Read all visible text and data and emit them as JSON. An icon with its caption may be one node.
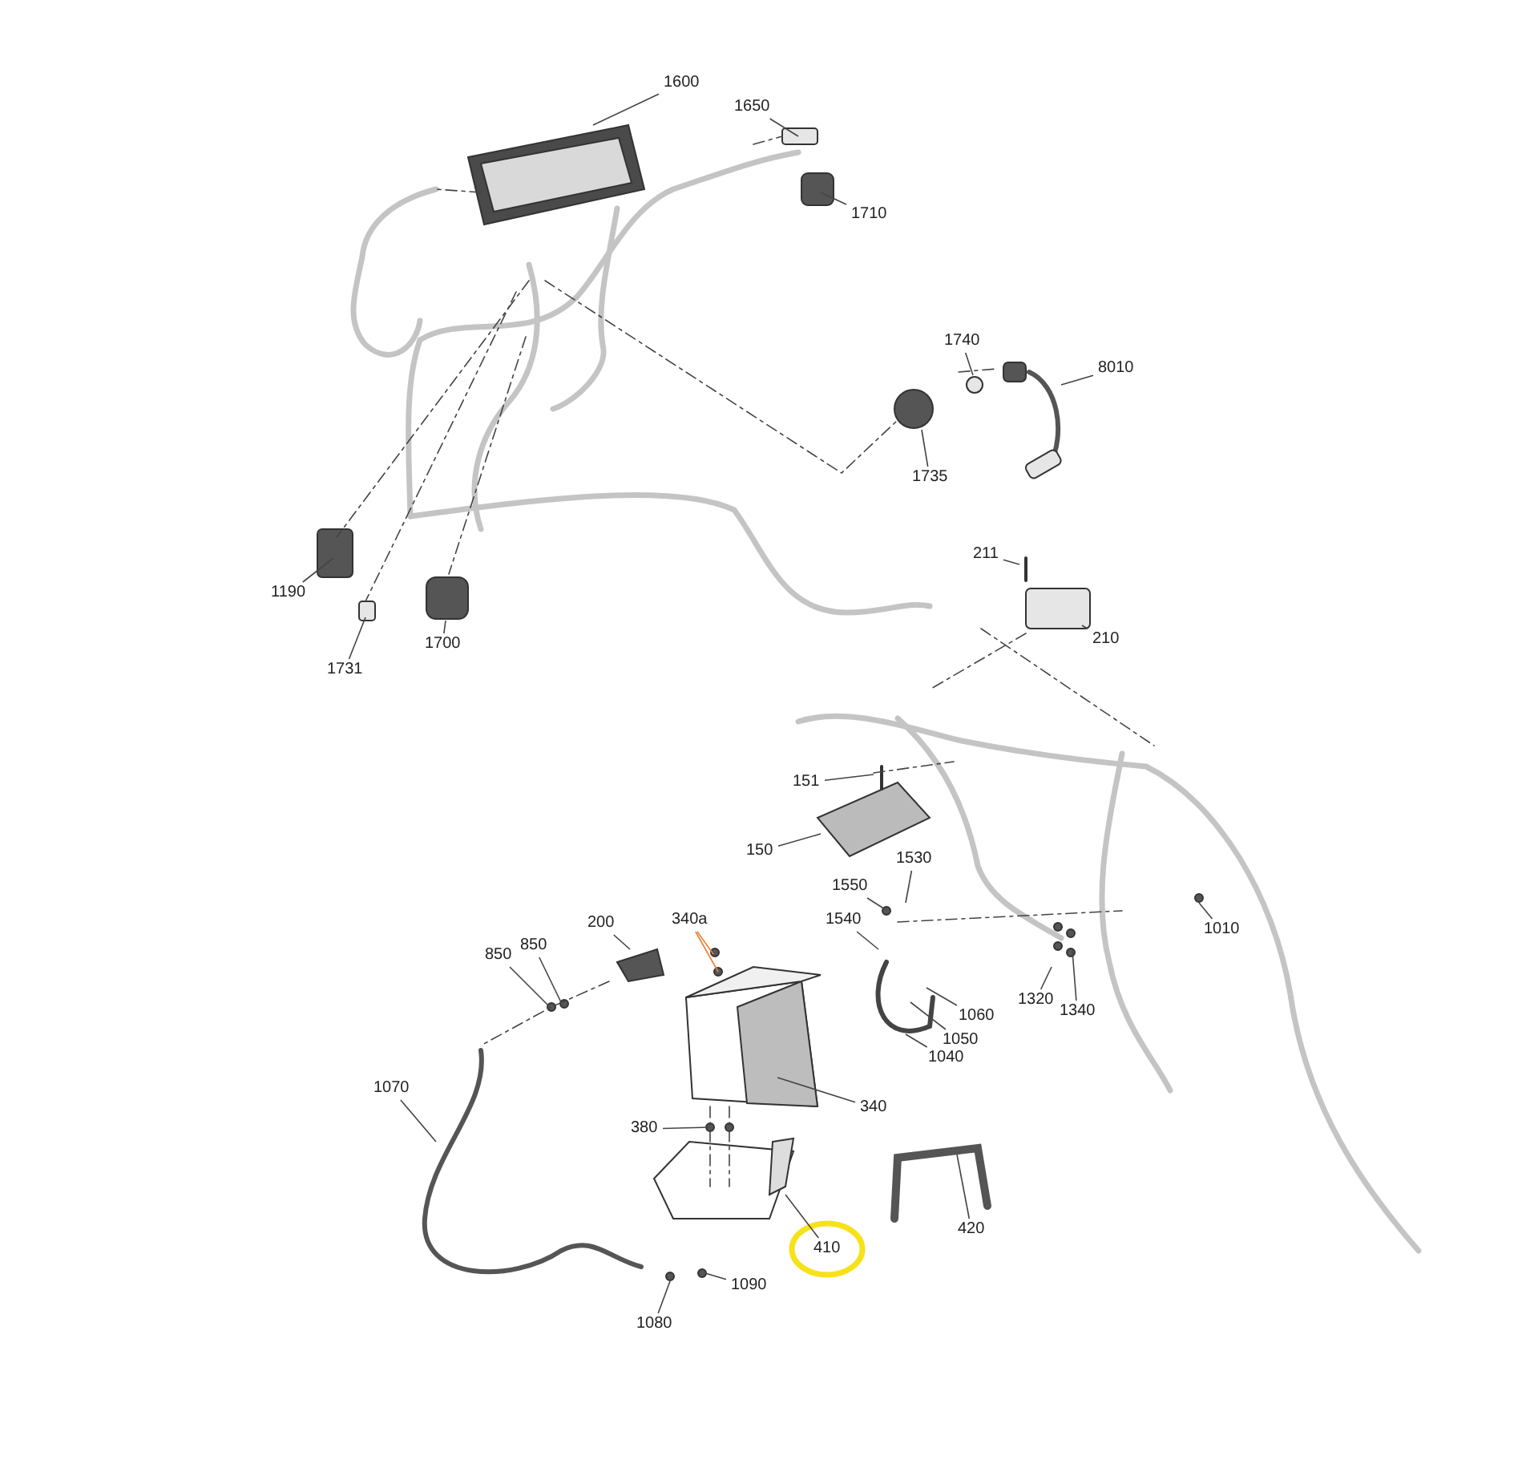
{
  "diagram": {
    "nodes": [
      {
        "text": [
          "1600"
        ]
      },
      {
        "text": [
          "1650"
        ]
      },
      {
        "text": [
          "1710"
        ]
      },
      {
        "text": [
          "1740"
        ]
      },
      {
        "text": [
          "8010"
        ]
      },
      {
        "text": [
          "1735"
        ]
      },
      {
        "text": [
          "1190"
        ]
      },
      {
        "text": [
          "1731"
        ]
      },
      {
        "text": [
          "1700"
        ]
      },
      {
        "text": [
          "211"
        ]
      },
      {
        "text": [
          "210"
        ]
      },
      {
        "text": [
          "151"
        ]
      },
      {
        "text": [
          "150"
        ]
      },
      {
        "text": [
          "1530"
        ]
      },
      {
        "text": [
          "1550"
        ]
      },
      {
        "text": [
          "1540"
        ]
      },
      {
        "text": [
          "200"
        ]
      },
      {
        "text": [
          "340a"
        ]
      },
      {
        "text": [
          "850"
        ]
      },
      {
        "text": [
          "850"
        ]
      },
      {
        "text": [
          "1060"
        ]
      },
      {
        "text": [
          "1050"
        ]
      },
      {
        "text": [
          "1040"
        ]
      },
      {
        "text": [
          "1320"
        ]
      },
      {
        "text": [
          "1340"
        ]
      },
      {
        "text": [
          "1010"
        ]
      },
      {
        "text": [
          "1070"
        ]
      },
      {
        "text": [
          "340"
        ]
      },
      {
        "text": [
          "380"
        ]
      },
      {
        "text": [
          "420"
        ]
      },
      {
        "text": [
          "410"
        ]
      },
      {
        "text": [
          "1080"
        ]
      },
      {
        "text": [
          "1090"
        ]
      }
    ],
    "edges": [
      {
        "from": 0,
        "to": null,
        "arrow": "none"
      },
      {
        "from": 1,
        "to": null,
        "arrow": "none"
      },
      {
        "from": 2,
        "to": null,
        "arrow": "none"
      },
      {
        "from": 3,
        "to": null,
        "arrow": "none"
      },
      {
        "from": 4,
        "to": null,
        "arrow": "none"
      },
      {
        "from": 5,
        "to": null,
        "arrow": "none"
      },
      {
        "from": 6,
        "to": null,
        "arrow": "none"
      },
      {
        "from": 7,
        "to": null,
        "arrow": "none"
      },
      {
        "from": 8,
        "to": null,
        "arrow": "none"
      },
      {
        "from": 9,
        "to": null,
        "arrow": "none"
      },
      {
        "from": 10,
        "to": null,
        "arrow": "none"
      },
      {
        "from": 11,
        "to": null,
        "arrow": "none"
      },
      {
        "from": 12,
        "to": null,
        "arrow": "none"
      },
      {
        "from": 13,
        "to": null,
        "arrow": "none"
      },
      {
        "from": 14,
        "to": null,
        "arrow": "none"
      },
      {
        "from": 15,
        "to": null,
        "arrow": "none"
      },
      {
        "from": 16,
        "to": null,
        "arrow": "none"
      },
      {
        "from": 17,
        "to": null,
        "arrow": "none",
        "color": "#e8823c"
      },
      {
        "from": 17,
        "to": null,
        "arrow": "none",
        "color": "#e8823c"
      },
      {
        "from": 18,
        "to": null,
        "arrow": "none"
      },
      {
        "from": 19,
        "to": null,
        "arrow": "none"
      },
      {
        "from": 20,
        "to": null,
        "arrow": "none"
      },
      {
        "from": 21,
        "to": null,
        "arrow": "none"
      },
      {
        "from": 22,
        "to": null,
        "arrow": "none"
      },
      {
        "from": 23,
        "to": null,
        "arrow": "none"
      },
      {
        "from": 24,
        "to": null,
        "arrow": "none"
      },
      {
        "from": 25,
        "to": null,
        "arrow": "none"
      },
      {
        "from": 26,
        "to": null,
        "arrow": "none"
      },
      {
        "from": 27,
        "to": null,
        "arrow": "none"
      },
      {
        "from": 28,
        "to": null,
        "arrow": "none"
      },
      {
        "from": 29,
        "to": null,
        "arrow": "none"
      },
      {
        "from": 30,
        "to": null,
        "arrow": "none"
      },
      {
        "from": 31,
        "to": null,
        "arrow": "none"
      },
      {
        "from": 32,
        "to": null,
        "arrow": "none"
      }
    ]
  }
}
